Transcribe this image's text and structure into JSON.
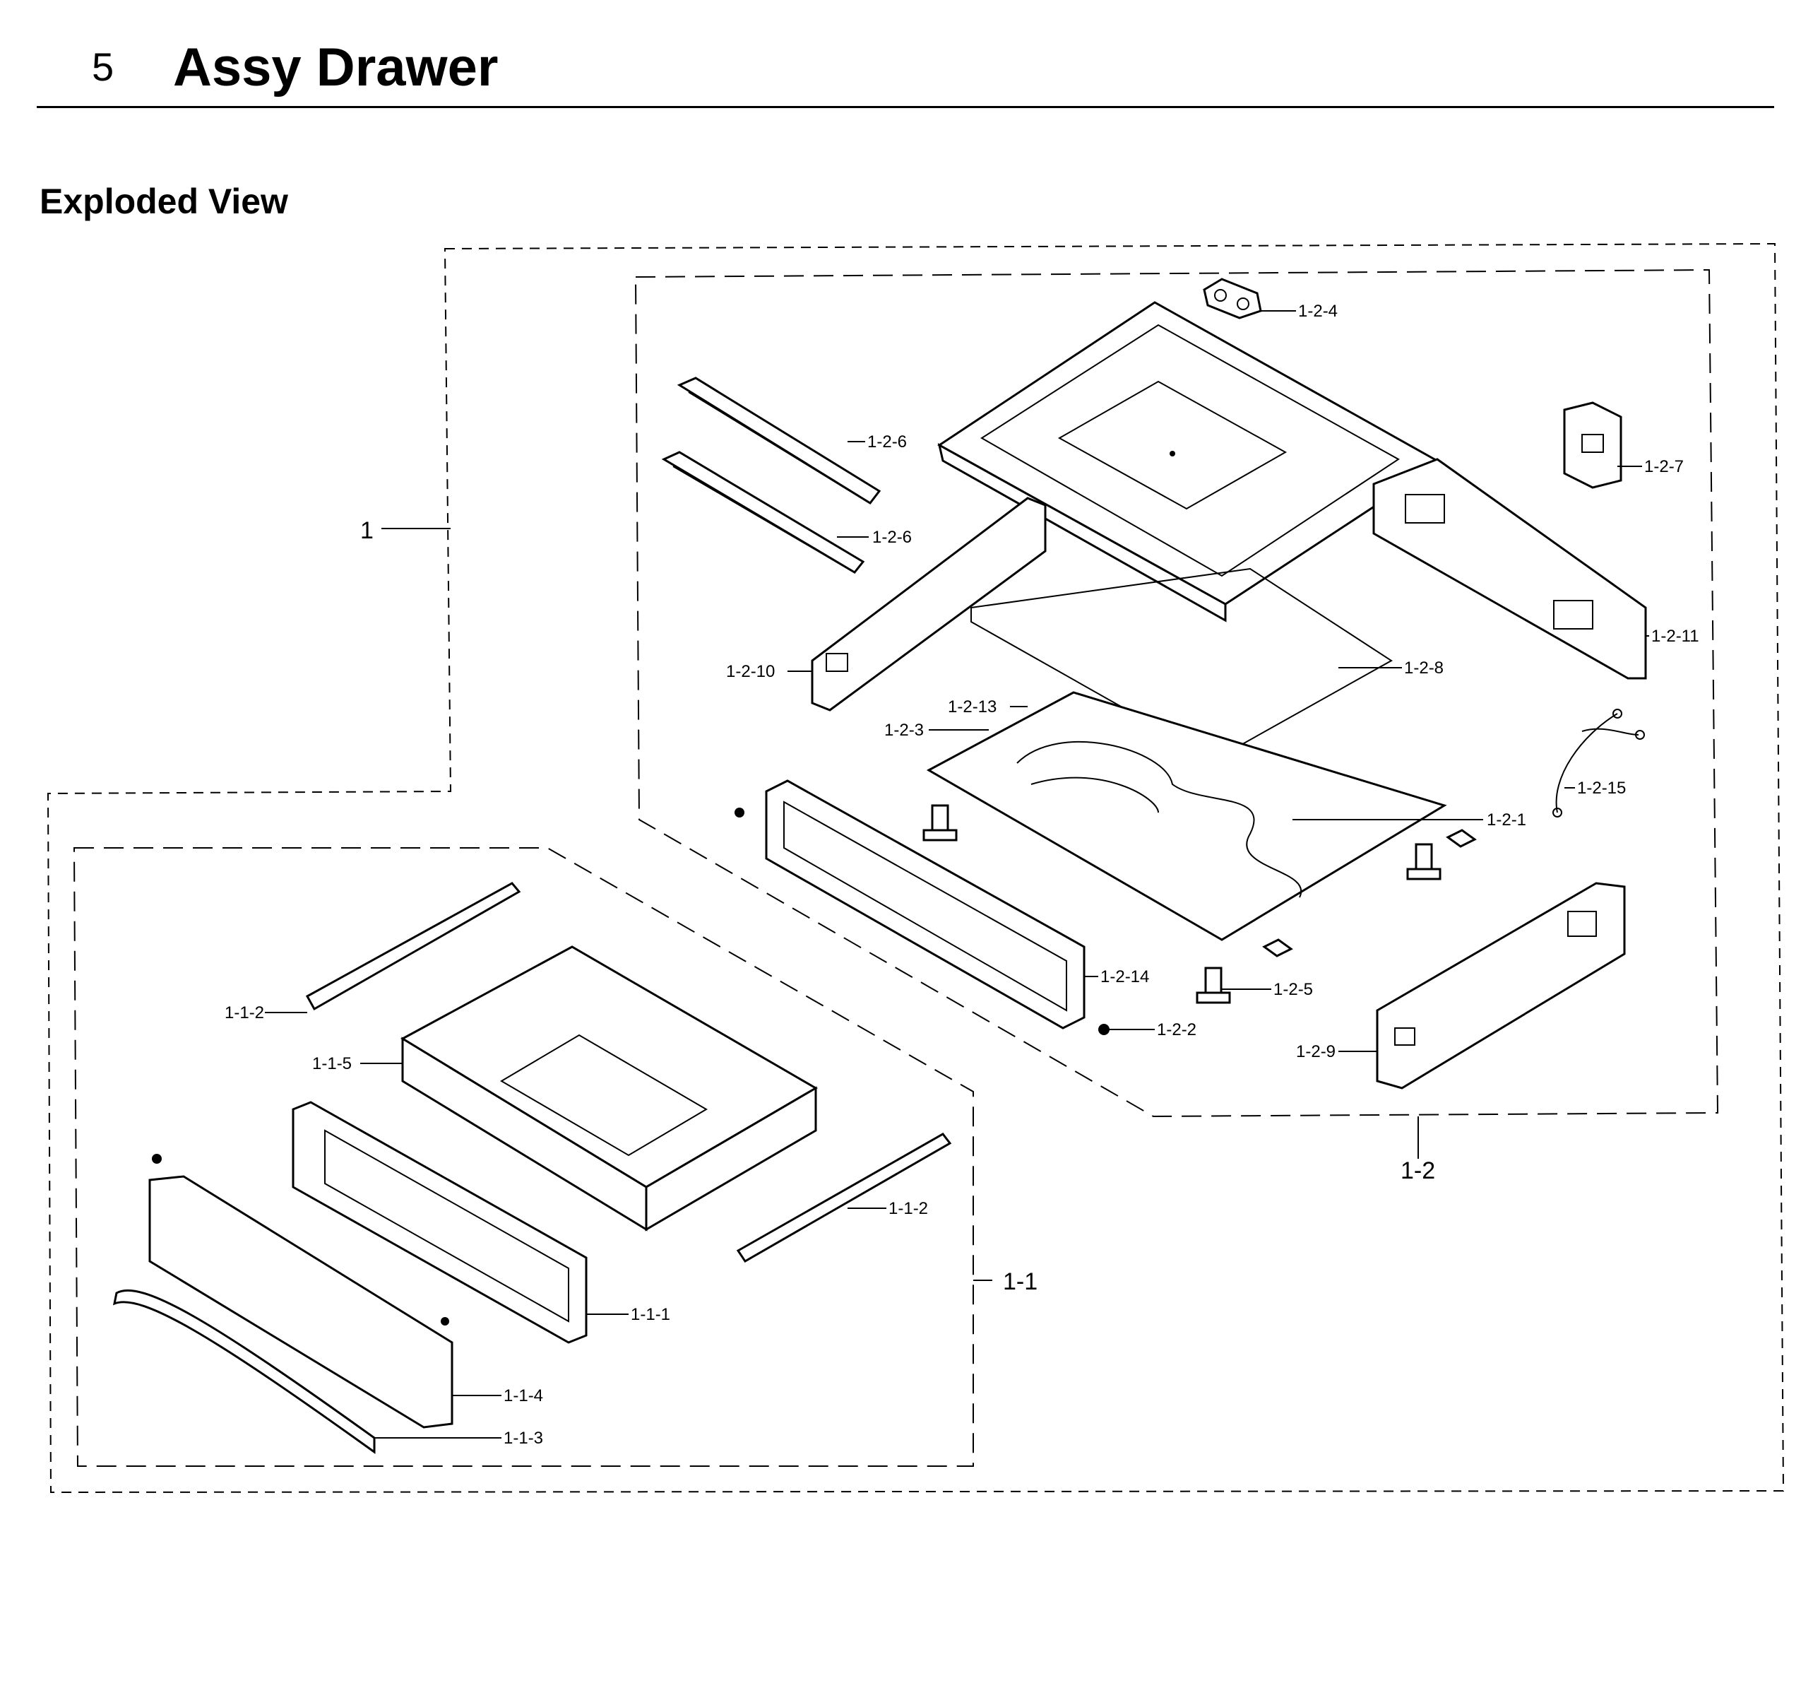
{
  "header": {
    "section_number": "5",
    "section_title": "Assy Drawer",
    "subtitle": "Exploded View"
  },
  "callouts": {
    "assy_1": "1",
    "assy_1_1": "1-1",
    "assy_1_2": "1-2",
    "p_1_1_1": "1-1-1",
    "p_1_1_2_a": "1-1-2",
    "p_1_1_2_b": "1-1-2",
    "p_1_1_3": "1-1-3",
    "p_1_1_4": "1-1-4",
    "p_1_1_5": "1-1-5",
    "p_1_2_1": "1-2-1",
    "p_1_2_2": "1-2-2",
    "p_1_2_3": "1-2-3",
    "p_1_2_4": "1-2-4",
    "p_1_2_5": "1-2-5",
    "p_1_2_6_a": "1-2-6",
    "p_1_2_6_b": "1-2-6",
    "p_1_2_7": "1-2-7",
    "p_1_2_8": "1-2-8",
    "p_1_2_9": "1-2-9",
    "p_1_2_10": "1-2-10",
    "p_1_2_11": "1-2-11",
    "p_1_2_13": "1-2-13",
    "p_1_2_14": "1-2-14",
    "p_1_2_15": "1-2-15"
  }
}
